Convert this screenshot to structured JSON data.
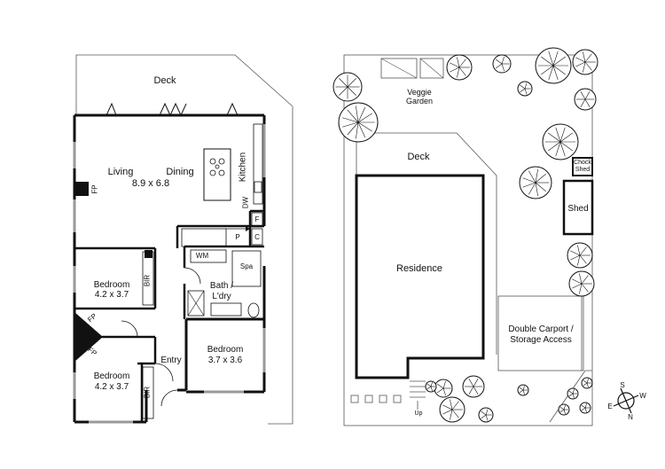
{
  "floor_plan": {
    "deck": "Deck",
    "living": "Living",
    "dining": "Dining",
    "living_dining_size": "8.9 x 6.8",
    "kitchen": "Kitchen",
    "fp_living": "FP",
    "dw": "DW",
    "f": "F",
    "p1": "P",
    "c": "C",
    "wm": "WM",
    "spa": "Spa",
    "bath_line1": "Bath /",
    "bath_line2": "L'dry",
    "bed1": "Bedroom",
    "bed1_size": "4.2 x 3.7",
    "bir1": "BIR",
    "fp_bed1": "FP",
    "fp_bed2": "FP",
    "bed2": "Bedroom",
    "bed2_size": "4.2 x 3.7",
    "bir2": "BIR",
    "entry": "Entry",
    "bed3": "Bedroom",
    "bed3_size": "3.7 x 3.6"
  },
  "site_plan": {
    "veggie_line1": "Veggie",
    "veggie_line2": "Garden",
    "deck": "Deck",
    "residence": "Residence",
    "chock_line1": "Chock",
    "chock_line2": "Shed",
    "shed": "Shed",
    "carport_line1": "Double Carport /",
    "carport_line2": "Storage Access",
    "up": "Up"
  },
  "compass": {
    "s": "S",
    "w": "W",
    "e": "E",
    "n": "N"
  }
}
